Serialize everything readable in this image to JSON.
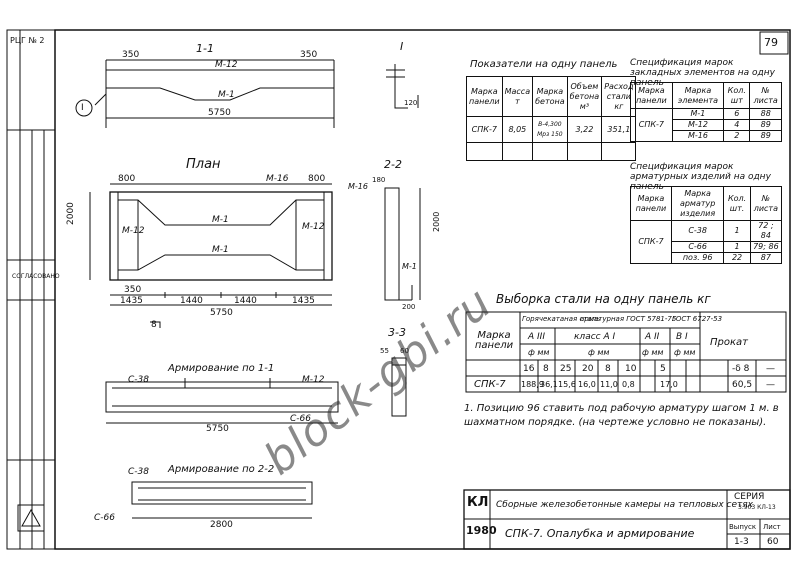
{
  "sheet_number": "79",
  "left_stamp_code": "РЦГ № 2",
  "left_stamp_label": "СОГЛАСОВАНО",
  "views": {
    "section_1_1": "1-1",
    "section_2_2": "2-2",
    "section_3_3": "3-3",
    "plan": "План",
    "node_I": "I",
    "reinf_1_1": "Армирование по 1-1",
    "reinf_2_2": "Армирование по 2-2"
  },
  "dims": {
    "d350": "350",
    "d5750": "5750",
    "d800": "800",
    "d2000": "2000",
    "d1435": "1435",
    "d1440": "1440",
    "d120": "120",
    "d2800": "2800",
    "d55": "55",
    "d60": "60",
    "d180": "180",
    "d200": "200"
  },
  "marks": {
    "m12": "М-12",
    "m1": "М-1",
    "m16": "М-16",
    "c38": "С-38",
    "c66": "С-66",
    "one": "1",
    "eight": "8"
  },
  "panel_indicators": {
    "title": "Показатели на одну панель",
    "headers": [
      "Марка панели",
      "Масса т",
      "Марка бетона",
      "Объем бетона м³",
      "Расход стали кг"
    ],
    "row": [
      "СПК-7",
      "8,05",
      "В-4,300 Мрз 150",
      "3,22",
      "351,1"
    ]
  },
  "embedded_spec": {
    "title": "Спецификация марок закладных элементов на одну панель",
    "headers": [
      "Марка панели",
      "Марка элемента",
      "Кол. шт",
      "№ листа"
    ],
    "panel": "СПК-7",
    "rows": [
      [
        "М-1",
        "6",
        "88"
      ],
      [
        "М-12",
        "4",
        "89"
      ],
      [
        "М-16",
        "2",
        "89"
      ]
    ]
  },
  "rebar_spec": {
    "title": "Спецификация марок арматурных изделий на одну панель",
    "headers": [
      "Марка панели",
      "Марка арматур изделия",
      "Кол. шт.",
      "№ листа"
    ],
    "panel": "СПК-7",
    "rows": [
      [
        "С-38",
        "1",
        "72 ; 84"
      ],
      [
        "С-66",
        "1",
        "79; 86"
      ],
      [
        "поз. 96",
        "22",
        "87"
      ]
    ]
  },
  "steel": {
    "title": "Выборка стали на одну панель кг",
    "col_mark": "Марка панели",
    "hot_rolled": "Горячекатаная сталь",
    "reinforcing": "арматурная ГОСТ 5781-75",
    "gost": "ГОСТ 6727-53",
    "prokat": "Прокат",
    "classes": [
      "А III",
      "класс А I",
      "А II",
      "В I"
    ],
    "phi_mm": "ф мм",
    "diameters": [
      "16",
      "8",
      "25",
      "20",
      "8",
      "10",
      "5",
      "-δ 8",
      "—"
    ],
    "row_label": "СПК-7",
    "values": [
      "188,9",
      "36,1",
      "15,6",
      "16,0",
      "11,0",
      "0,8",
      "17,0",
      "60,5",
      "—"
    ]
  },
  "note": "1. Позицию 96 ставить под рабочую арматуру шагом 1 м. в шахматном порядке. (на чертеже условно не показаны).",
  "title_block": {
    "kl": "КЛ",
    "year": "1980",
    "project": "Сборные железобетонные камеры на тепловых сетях",
    "drawing": "СПК-7. Опалубка и армирование",
    "series_label": "СЕРИЯ",
    "series_value": "3.903 КЛ-13",
    "issue_label": "Выпуск",
    "issue_value": "1-3",
    "sheet_label": "Лист",
    "sheet_value": "60"
  },
  "watermark": "block-gbi.ru"
}
